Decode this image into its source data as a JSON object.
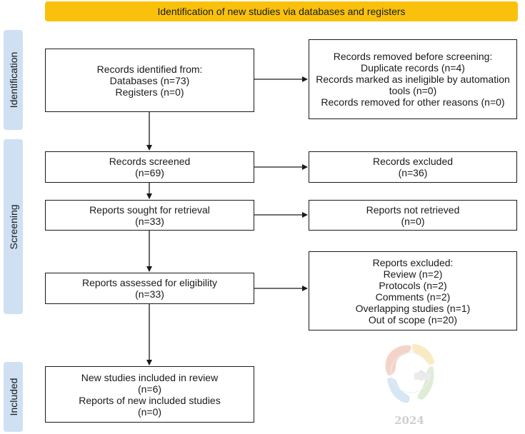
{
  "header": {
    "title": "Identification of new studies via databases and registers"
  },
  "phases": {
    "identification": "Identification",
    "screening": "Screening",
    "included": "Included"
  },
  "boxes": {
    "records_identified": [
      "Records identified from:",
      "Databases (n=73)",
      "Registers (n=0)"
    ],
    "records_removed": [
      "Records removed before screening:",
      "Duplicate records (n=4)",
      "Records marked as ineligible by automation",
      "tools (n=0)",
      "Records removed for other reasons (n=0)"
    ],
    "records_screened": [
      "Records screened",
      "(n=69)"
    ],
    "records_excluded": [
      "Records excluded",
      "(n=36)"
    ],
    "reports_sought": [
      "Reports sought for retrieval",
      "(n=33)"
    ],
    "reports_not_retrieved": [
      "Reports not retrieved",
      "(n=0)"
    ],
    "reports_assessed": [
      "Reports assessed for eligibility",
      "(n=33)"
    ],
    "reports_excluded": [
      "Reports excluded:",
      "Review (n=2)",
      "Protocols (n=2)",
      "Comments (n=2)",
      "Overlapping studies (n=1)",
      "Out of scope (n=20)"
    ],
    "studies_included": [
      "New studies included in review",
      "(n=6)",
      "Reports of new included studies",
      "(n=0)"
    ]
  },
  "watermark": {
    "year": "2024"
  }
}
